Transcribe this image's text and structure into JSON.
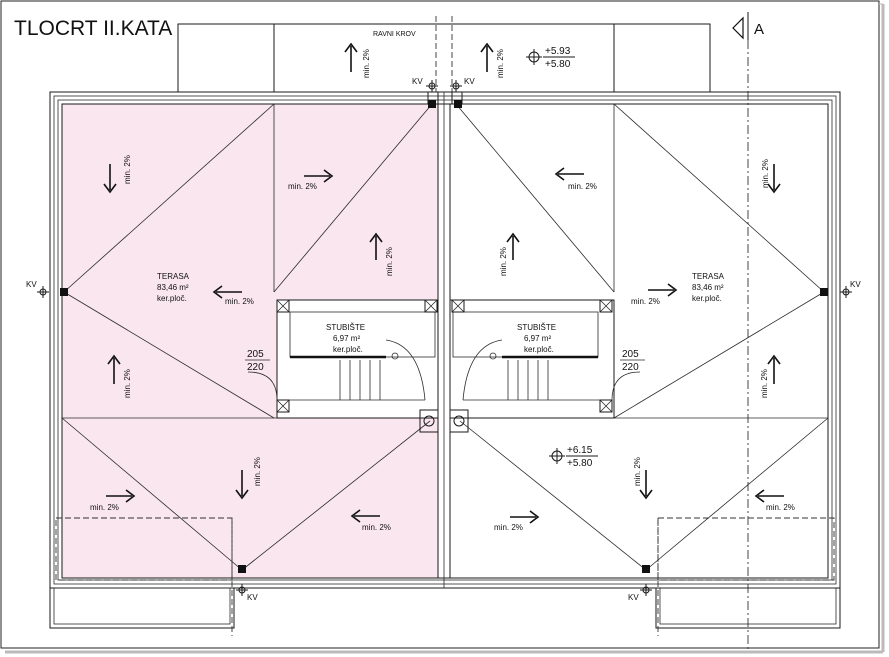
{
  "title": "TLOCRT II.KATA",
  "section_marker": "A",
  "roof": {
    "label": "RAVNI KROV"
  },
  "levels": {
    "top": {
      "upper": "+5.93",
      "lower": "+5.80"
    },
    "middle": {
      "upper": "+6.15",
      "lower": "+5.80"
    }
  },
  "drain_label": "KV",
  "slope_label": "min. 2%",
  "terraces": [
    {
      "name": "TERASA",
      "area": "83,46 m²",
      "finish": "ker.ploč."
    },
    {
      "name": "TERASA",
      "area": "83,46 m²",
      "finish": "ker.ploč."
    }
  ],
  "stairs": [
    {
      "name": "STUBIŠTE",
      "area": "6,97 m²",
      "finish": "ker.ploč."
    },
    {
      "name": "STUBIŠTE",
      "area": "6,97 m²",
      "finish": "ker.ploč."
    }
  ],
  "openings": [
    {
      "upper": "205",
      "lower": "220"
    },
    {
      "upper": "205",
      "lower": "220"
    }
  ],
  "colors": {
    "left_unit_fill": "#f9e6ee",
    "line": "#1a1a1a",
    "background": "#ffffff"
  }
}
